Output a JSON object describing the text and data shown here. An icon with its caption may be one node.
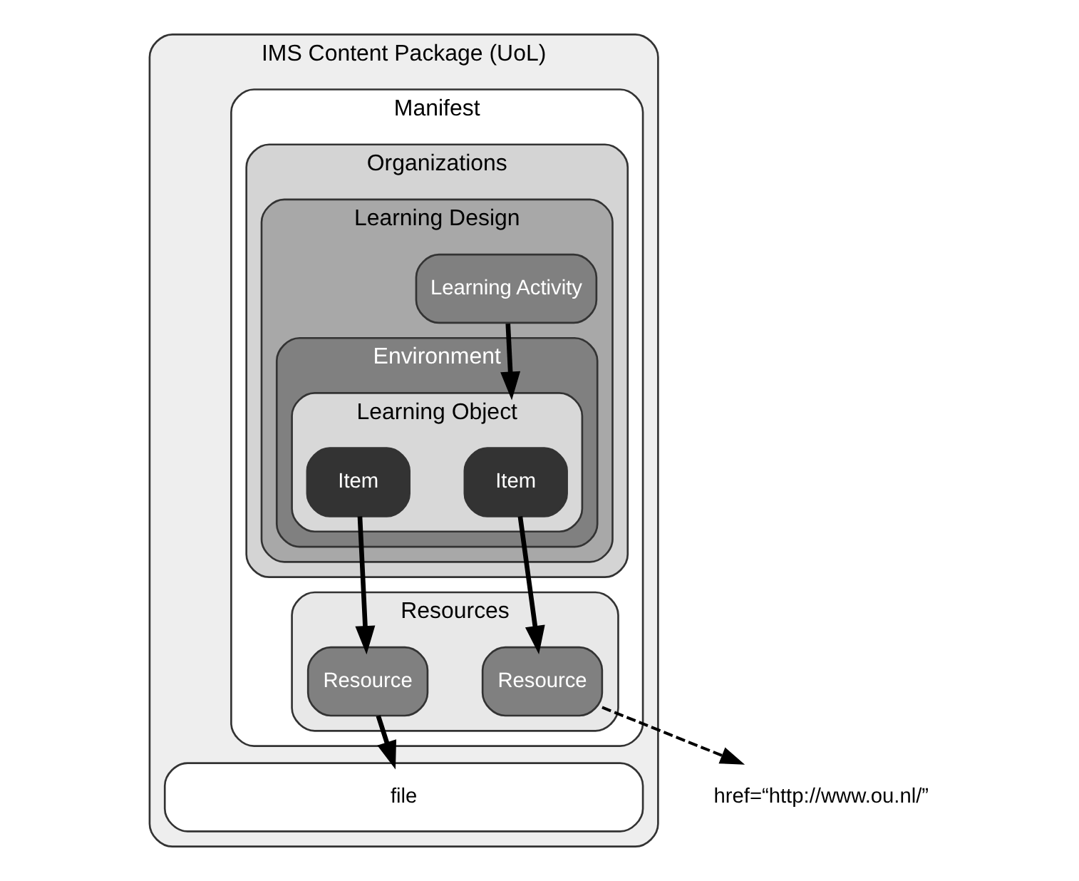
{
  "diagram": {
    "nodes": [
      {
        "text": [
          "IMS Content Package (UoL)"
        ]
      },
      {
        "text": [
          "Manifest"
        ],
        "in": 0
      },
      {
        "text": [
          "Organizations"
        ],
        "in": 1
      },
      {
        "text": [
          "Learning Design"
        ],
        "in": 2
      },
      {
        "text": [
          "Learning Activity"
        ],
        "in": 3
      },
      {
        "text": [
          "Environment"
        ],
        "in": 3
      },
      {
        "text": [
          "Learning Object"
        ],
        "in": 5
      },
      {
        "text": [
          "Item"
        ],
        "in": 6
      },
      {
        "text": [
          "Item"
        ],
        "in": 6
      },
      {
        "text": [
          "Resources"
        ],
        "in": 1
      },
      {
        "text": [
          "Resource"
        ],
        "in": 9
      },
      {
        "text": [
          "Resource"
        ],
        "in": 9
      },
      {
        "text": [
          "file"
        ],
        "in": 0
      },
      {
        "text": [
          "href=“http://www.ou.nl/”"
        ]
      }
    ],
    "edges": [
      {
        "from": 4,
        "to": 6,
        "arrow": "to"
      },
      {
        "from": 7,
        "to": 10,
        "arrow": "to"
      },
      {
        "from": 8,
        "to": 11,
        "arrow": "to"
      },
      {
        "from": 10,
        "to": 13,
        "arrow": "to",
        "style": "dashed"
      },
      {
        "from": 11,
        "to": 12,
        "arrow": "to"
      }
    ]
  }
}
